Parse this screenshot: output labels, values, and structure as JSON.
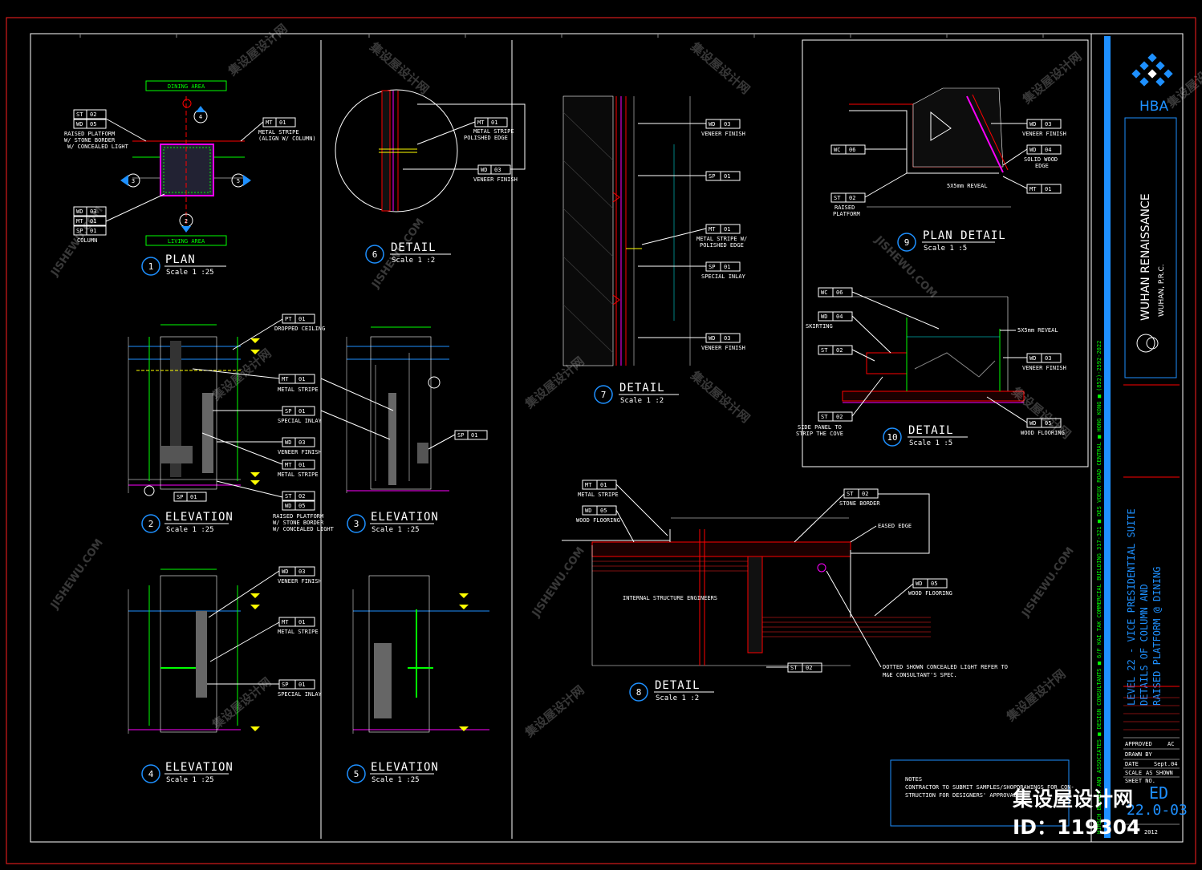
{
  "drawings": [
    {
      "num": "1",
      "title": "PLAN",
      "scale": "Scale 1 :25"
    },
    {
      "num": "2",
      "title": "ELEVATION",
      "scale": "Scale 1 :25"
    },
    {
      "num": "3",
      "title": "ELEVATION",
      "scale": "Scale 1 :25"
    },
    {
      "num": "4",
      "title": "ELEVATION",
      "scale": "Scale 1 :25"
    },
    {
      "num": "5",
      "title": "ELEVATION",
      "scale": "Scale 1 :25"
    },
    {
      "num": "6",
      "title": "DETAIL",
      "scale": "Scale 1 :2"
    },
    {
      "num": "7",
      "title": "DETAIL",
      "scale": "Scale 1 :2"
    },
    {
      "num": "8",
      "title": "DETAIL",
      "scale": "Scale 1 :2"
    },
    {
      "num": "9",
      "title": "PLAN DETAIL",
      "scale": "Scale 1 :5"
    },
    {
      "num": "10",
      "title": "DETAIL",
      "scale": "Scale 1 :5"
    }
  ],
  "plan_labels": {
    "dining_area": "DINING AREA",
    "living_area": "LIVING AREA",
    "raised_platform": "RAISED PLATFORM",
    "stone_border": "W/ STONE BORDER",
    "concealed_light": "W/ CONCEALED LIGHT",
    "metal_stripe": "METAL STRIPE",
    "align_column": "(ALIGN W/ COLUMN)",
    "column": "COLUMN"
  },
  "tags": {
    "st02": {
      "code": "ST",
      "num": "02"
    },
    "wd05": {
      "code": "WD",
      "num": "05"
    },
    "mt01": {
      "code": "MT",
      "num": "01"
    },
    "wd03": {
      "code": "WD",
      "num": "03"
    },
    "sp01": {
      "code": "SP",
      "num": "01"
    },
    "pt01": {
      "code": "PT",
      "num": "01"
    },
    "wd04": {
      "code": "WD",
      "num": "04"
    },
    "wc06": {
      "code": "WC",
      "num": "06"
    }
  },
  "notes_text": {
    "veneer_finish": "VENEER FINISH",
    "metal_stripe": "METAL STRIPE",
    "special_inlay": "SPECIAL INLAY",
    "dropped_ceiling": "DROPPED CEILING",
    "metal_stripe_polished": "METAL STRIPE W/",
    "polished_edge": "POLISHED EDGE",
    "wood_flooring": "WOOD FLOORING",
    "stone_border": "STONE BORDER",
    "eased_edge": "EASED EDGE",
    "skirting": "SKIRTING",
    "solid_wood_edge": "SOLID WOOD",
    "edge": "EDGE",
    "raised_platform": "RAISED",
    "platform": "PLATFORM",
    "reveal": "5X5mm REVEAL",
    "side_panel": "SIDE PANEL TO",
    "strip_cove": "STRIP THE COVE",
    "internal_structure": "INTERNAL STRUCTURE ENGINEERS",
    "dotted_shown": "DOTTED SHOWN CONCEALED LIGHT REFER TO",
    "m_e_consultant": "M&E CONSULTANT'S SPEC."
  },
  "notes_box": {
    "heading": "NOTES",
    "line1": "CONTRACTOR TO SUBMIT SAMPLES/SHOPDRAWINGS FOR CON-",
    "line2": "STRUCTION FOR DESIGNERS' APPROVAL."
  },
  "title_block": {
    "firm": "HBA",
    "project": "WUHAN RENAISSANCE",
    "location": "WUHAN, P.R.C.",
    "side_strip": "HIRSCH BEDNER AND ASSOCIATES  ■  DESIGN CONSULTANTS  ■  6/F KAI TAK COMMERCIAL BUILDING 317-321  ■  DES VOEUX ROAD CENTRAL  ■  HONG KONG  ■  (852)-2592-2022",
    "drawing_title_1": "LEVEL 22 - VICE PRESIDENTIAL SUITE",
    "drawing_title_2": "DETAILS OF COLUMN AND",
    "drawing_title_3": "RAISED PLATFORM @ DINING",
    "approved_label": "APPROVED",
    "approved_value": "AC",
    "drawn_label": "DRAWN BY",
    "date_label": "DATE",
    "date_value": "Sept.04",
    "scale_label": "SCALE",
    "scale_value": "AS SHOWN",
    "sheet_label": "SHEET NO.",
    "sheet_no": "ED",
    "sheet_sub": "22.0-03",
    "year": "2012"
  },
  "watermark": {
    "site_cn": "集设屋设计网",
    "site_en": "JISHEWU.COM",
    "id_line": "ID：119304"
  },
  "colors": {
    "background": "#000000",
    "frame": "#ffffff",
    "accent_blue": "#1e90ff",
    "magenta": "#ff00ff",
    "red": "#ff0000",
    "yellow": "#ffff00",
    "green": "#00ff00",
    "cyan": "#00ffff"
  }
}
